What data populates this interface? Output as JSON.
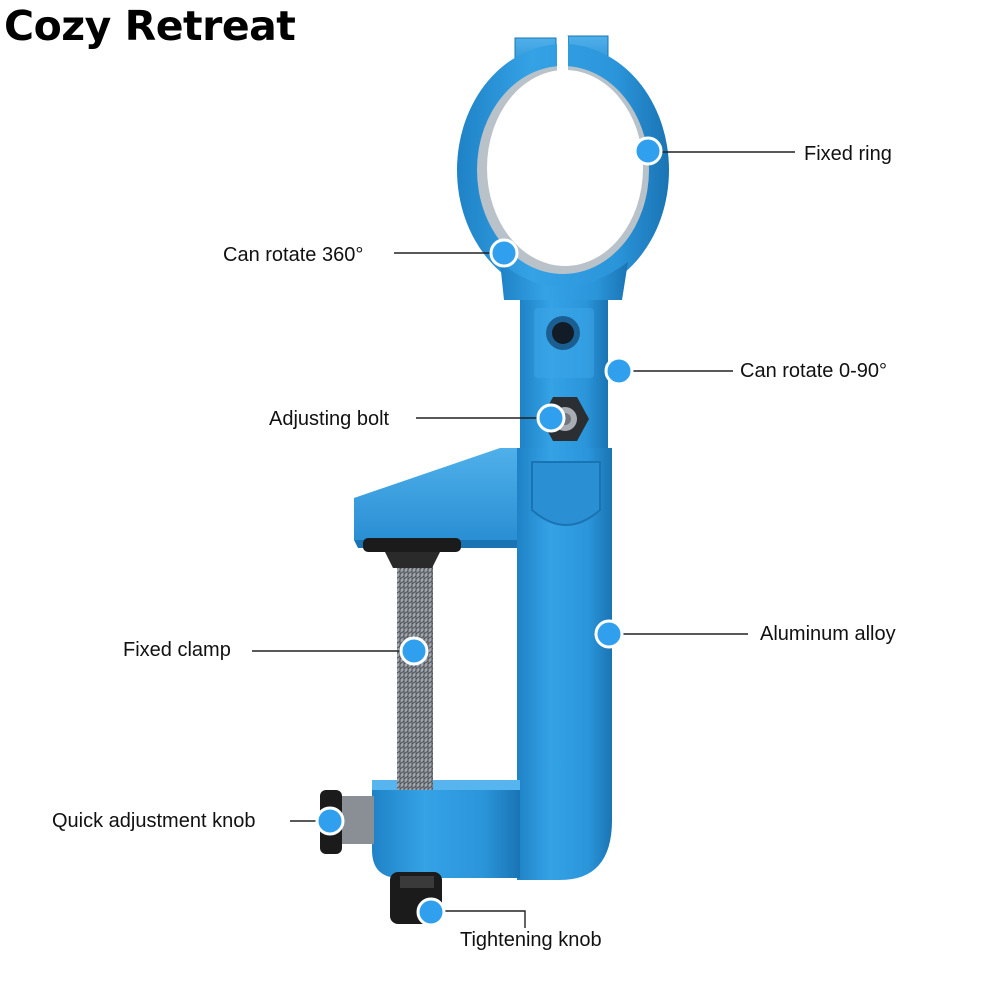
{
  "brand": {
    "title": "Cozy Retreat"
  },
  "colors": {
    "product_blue": "#2a97dd",
    "product_blue_dark": "#1a74b4",
    "product_blue_light": "#4fb0ea",
    "callout_dot": "#2f9fee",
    "leader_line": "#222222",
    "inner_ring": "#b9c2c9",
    "thread_metal": "#8a8f96",
    "knob_black": "#1b1b1b"
  },
  "callouts": {
    "fixed_ring": "Fixed ring",
    "rotate_360": "Can rotate 360°",
    "rotate_0_90": "Can rotate 0-90°",
    "adjusting_bolt": "Adjusting bolt",
    "aluminum_alloy": "Aluminum alloy",
    "fixed_clamp": "Fixed clamp",
    "quick_adjustment_knob": "Quick adjustment knob",
    "tightening_knob": "Tightening knob"
  }
}
